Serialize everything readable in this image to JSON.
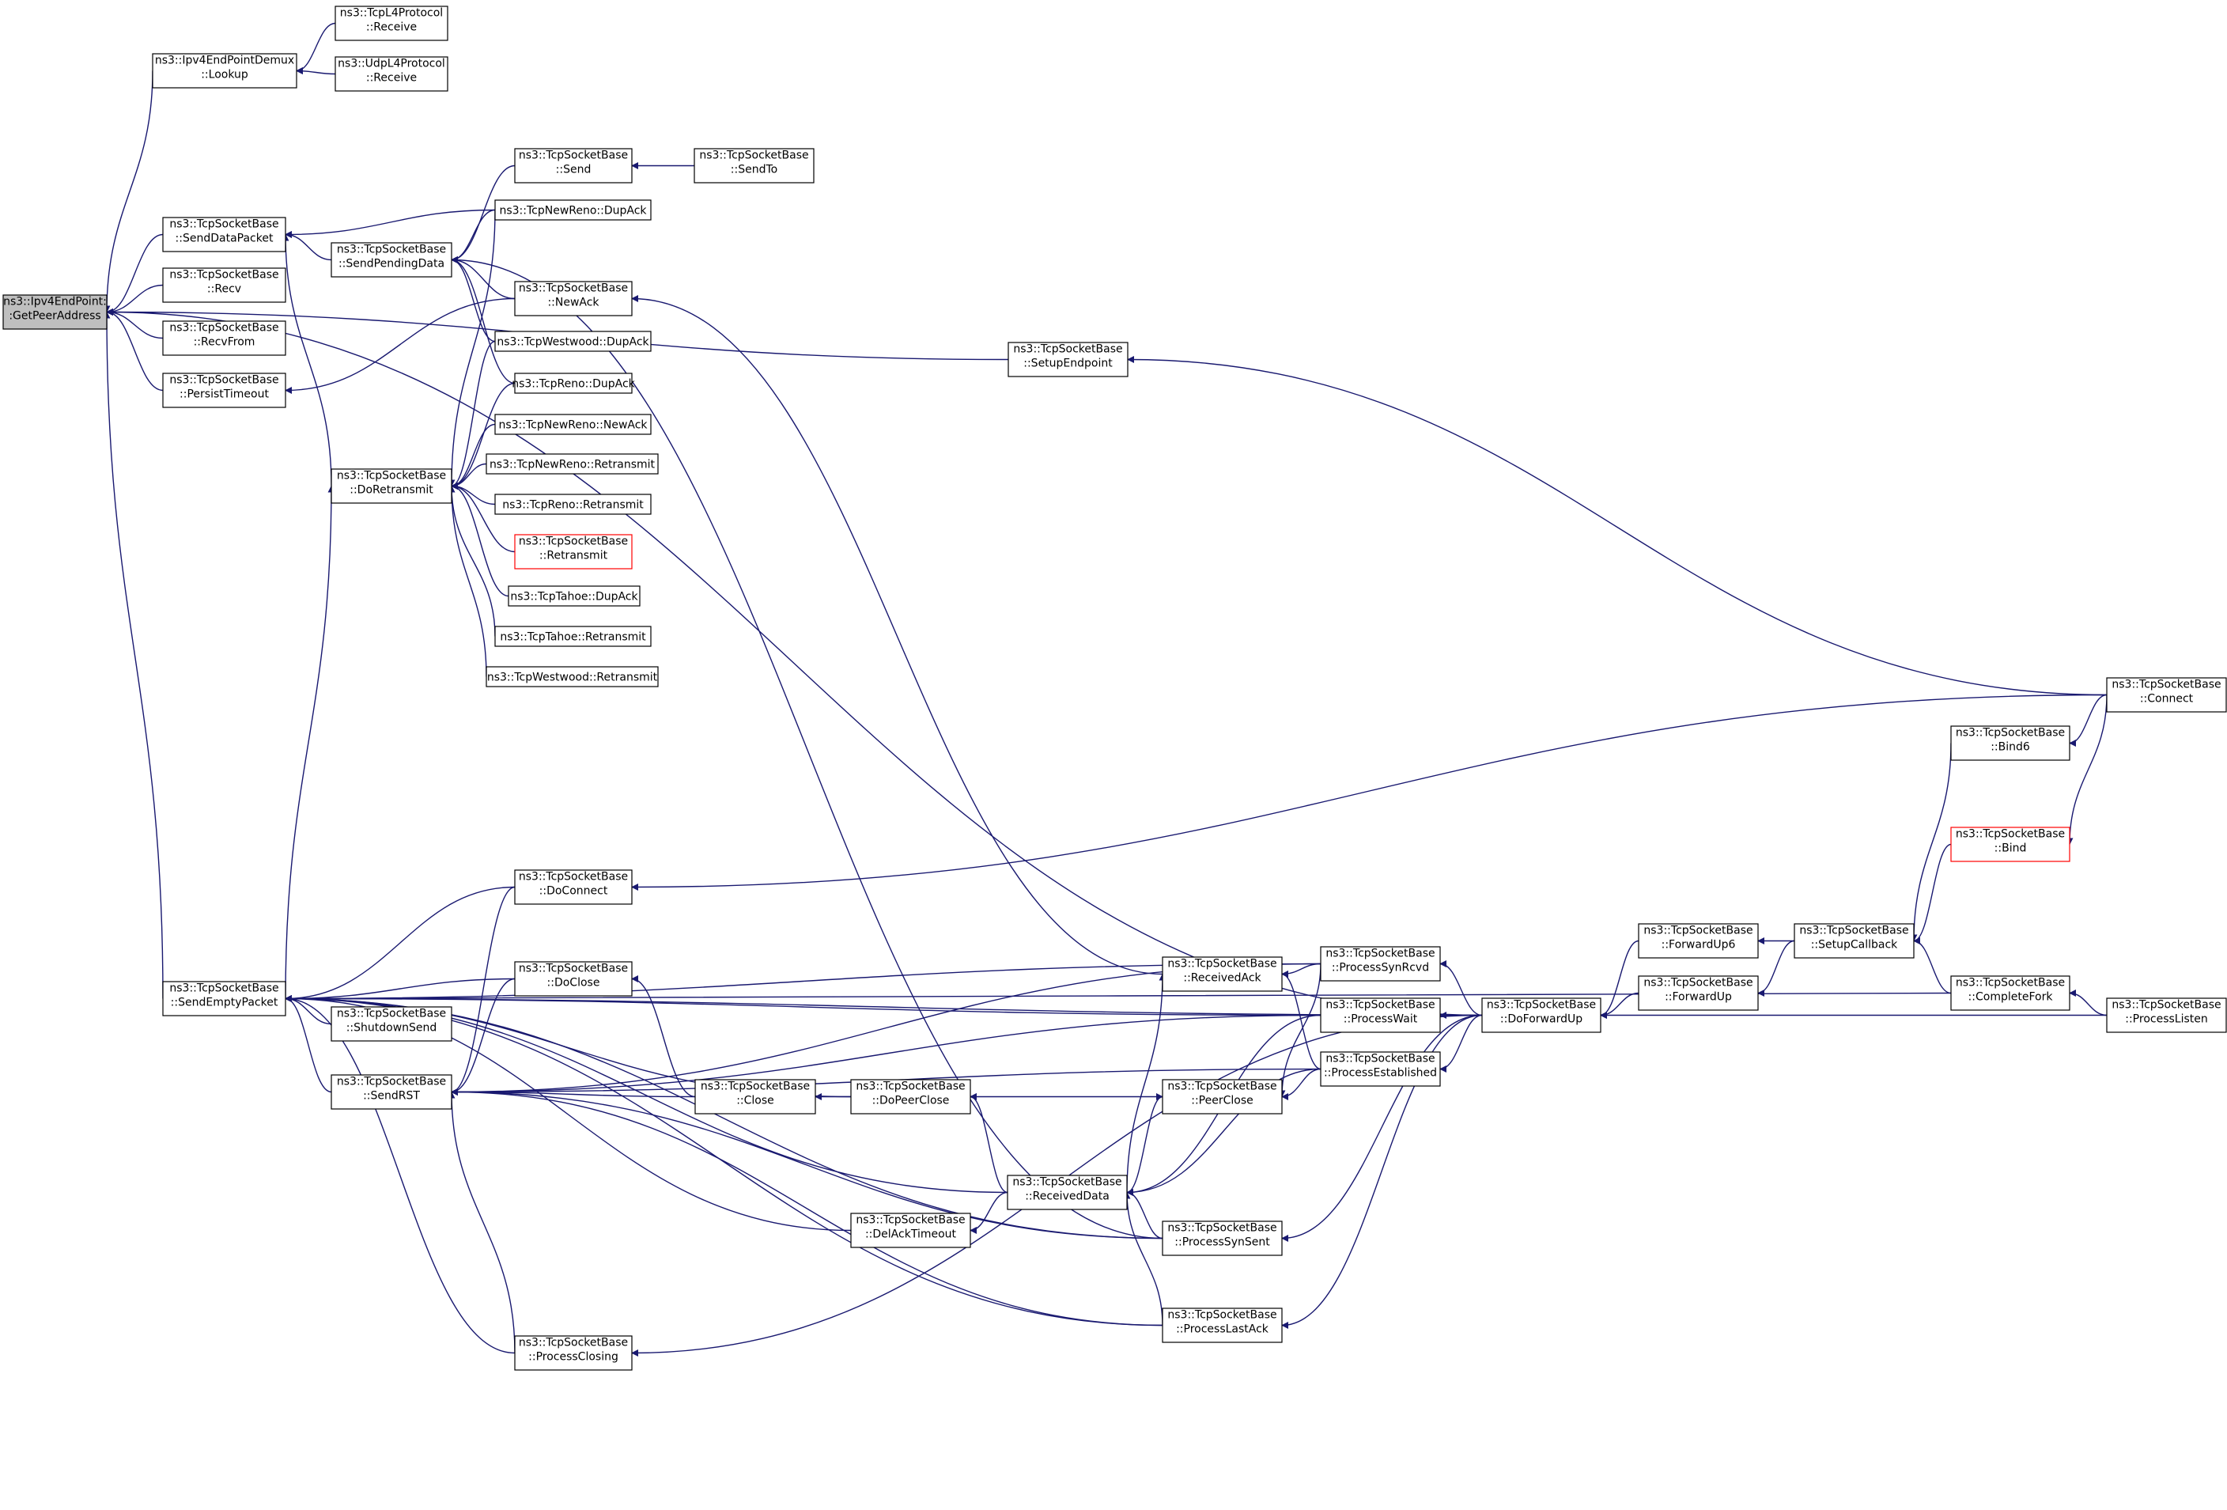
{
  "colors": {
    "edge": "#191970",
    "node_border": "#000000",
    "node_border_truncated": "#ff0000",
    "root_fill": "#bfbfbf",
    "node_fill": "#ffffff"
  },
  "nodes": {
    "n1": {
      "lines": [
        "ns3::Ipv4EndPoint:",
        ":GetPeerAddress"
      ],
      "root": true
    },
    "n2": {
      "lines": [
        "ns3::Ipv4EndPointDemux",
        "::Lookup"
      ]
    },
    "n3": {
      "lines": [
        "ns3::TcpL4Protocol",
        "::Receive"
      ]
    },
    "n4": {
      "lines": [
        "ns3::UdpL4Protocol",
        "::Receive"
      ]
    },
    "n5": {
      "lines": [
        "ns3::TcpSocketBase",
        "::SendDataPacket"
      ]
    },
    "n6": {
      "lines": [
        "ns3::TcpSocketBase",
        "::Recv"
      ]
    },
    "n7": {
      "lines": [
        "ns3::TcpSocketBase",
        "::RecvFrom"
      ]
    },
    "n8": {
      "lines": [
        "ns3::TcpSocketBase",
        "::PersistTimeout"
      ]
    },
    "n9": {
      "lines": [
        "ns3::TcpSocketBase",
        "::SendEmptyPacket"
      ]
    },
    "n10": {
      "lines": [
        "ns3::TcpSocketBase",
        "::SendPendingData"
      ]
    },
    "n11": {
      "lines": [
        "ns3::TcpSocketBase",
        "::DoRetransmit"
      ]
    },
    "n12": {
      "lines": [
        "ns3::TcpSocketBase",
        "::Send"
      ]
    },
    "n13": {
      "lines": [
        "ns3::TcpSocketBase",
        "::SendTo"
      ]
    },
    "n14": {
      "lines": [
        "ns3::TcpNewReno::DupAck"
      ]
    },
    "n15": {
      "lines": [
        "ns3::TcpSocketBase",
        "::NewAck"
      ]
    },
    "n16": {
      "lines": [
        "ns3::TcpWestwood::DupAck"
      ]
    },
    "n17": {
      "lines": [
        "ns3::TcpReno::DupAck"
      ]
    },
    "n18": {
      "lines": [
        "ns3::TcpNewReno::NewAck"
      ]
    },
    "n19": {
      "lines": [
        "ns3::TcpNewReno::Retransmit"
      ]
    },
    "n20": {
      "lines": [
        "ns3::TcpReno::Retransmit"
      ]
    },
    "n21": {
      "lines": [
        "ns3::TcpSocketBase",
        "::Retransmit"
      ],
      "truncated": true
    },
    "n22": {
      "lines": [
        "ns3::TcpTahoe::DupAck"
      ]
    },
    "n23": {
      "lines": [
        "ns3::TcpTahoe::Retransmit"
      ]
    },
    "n24": {
      "lines": [
        "ns3::TcpWestwood::Retransmit"
      ]
    },
    "n25": {
      "lines": [
        "ns3::TcpSocketBase",
        "::SetupEndpoint"
      ]
    },
    "n26": {
      "lines": [
        "ns3::TcpSocketBase",
        "::DoConnect"
      ]
    },
    "n27": {
      "lines": [
        "ns3::TcpSocketBase",
        "::DoClose"
      ]
    },
    "n28": {
      "lines": [
        "ns3::TcpSocketBase",
        "::ShutdownSend"
      ]
    },
    "n29": {
      "lines": [
        "ns3::TcpSocketBase",
        "::SendRST"
      ]
    },
    "n30": {
      "lines": [
        "ns3::TcpSocketBase",
        "::ProcessClosing"
      ]
    },
    "n31": {
      "lines": [
        "ns3::TcpSocketBase",
        "::Close"
      ]
    },
    "n32": {
      "lines": [
        "ns3::TcpSocketBase",
        "::DoPeerClose"
      ]
    },
    "n33": {
      "lines": [
        "ns3::TcpSocketBase",
        "::DelAckTimeout"
      ]
    },
    "n34": {
      "lines": [
        "ns3::TcpSocketBase",
        "::ReceivedAck"
      ]
    },
    "n35": {
      "lines": [
        "ns3::TcpSocketBase",
        "::PeerClose"
      ]
    },
    "n36": {
      "lines": [
        "ns3::TcpSocketBase",
        "::ReceivedData"
      ]
    },
    "n37": {
      "lines": [
        "ns3::TcpSocketBase",
        "::ProcessSynSent"
      ]
    },
    "n38": {
      "lines": [
        "ns3::TcpSocketBase",
        "::ProcessLastAck"
      ]
    },
    "n39": {
      "lines": [
        "ns3::TcpSocketBase",
        "::ProcessSynRcvd"
      ]
    },
    "n40": {
      "lines": [
        "ns3::TcpSocketBase",
        "::ProcessWait"
      ]
    },
    "n41": {
      "lines": [
        "ns3::TcpSocketBase",
        "::ProcessEstablished"
      ]
    },
    "n42": {
      "lines": [
        "ns3::TcpSocketBase",
        "::DoForwardUp"
      ]
    },
    "n43": {
      "lines": [
        "ns3::TcpSocketBase",
        "::ForwardUp6"
      ]
    },
    "n44": {
      "lines": [
        "ns3::TcpSocketBase",
        "::ForwardUp"
      ]
    },
    "n45": {
      "lines": [
        "ns3::TcpSocketBase",
        "::SetupCallback"
      ]
    },
    "n46": {
      "lines": [
        "ns3::TcpSocketBase",
        "::Bind6"
      ]
    },
    "n47": {
      "lines": [
        "ns3::TcpSocketBase",
        "::Bind"
      ],
      "truncated": true
    },
    "n48": {
      "lines": [
        "ns3::TcpSocketBase",
        "::CompleteFork"
      ]
    },
    "n49": {
      "lines": [
        "ns3::TcpSocketBase",
        "::Connect"
      ]
    },
    "n50": {
      "lines": [
        "ns3::TcpSocketBase",
        "::ProcessListen"
      ]
    }
  },
  "edges": [
    [
      "n2",
      "n1"
    ],
    [
      "n3",
      "n2"
    ],
    [
      "n4",
      "n2"
    ],
    [
      "n5",
      "n1"
    ],
    [
      "n6",
      "n1"
    ],
    [
      "n7",
      "n1"
    ],
    [
      "n8",
      "n1"
    ],
    [
      "n9",
      "n1"
    ],
    [
      "n25",
      "n1"
    ],
    [
      "n42",
      "n1"
    ],
    [
      "n10",
      "n5"
    ],
    [
      "n11",
      "n5"
    ],
    [
      "n14",
      "n5"
    ],
    [
      "n15",
      "n8"
    ],
    [
      "n12",
      "n10"
    ],
    [
      "n13",
      "n12"
    ],
    [
      "n14",
      "n10"
    ],
    [
      "n15",
      "n10"
    ],
    [
      "n16",
      "n10"
    ],
    [
      "n17",
      "n10"
    ],
    [
      "n37",
      "n10"
    ],
    [
      "n14",
      "n11"
    ],
    [
      "n16",
      "n11"
    ],
    [
      "n17",
      "n11"
    ],
    [
      "n18",
      "n11"
    ],
    [
      "n19",
      "n11"
    ],
    [
      "n20",
      "n11"
    ],
    [
      "n21",
      "n11"
    ],
    [
      "n22",
      "n11"
    ],
    [
      "n23",
      "n11"
    ],
    [
      "n24",
      "n11"
    ],
    [
      "n9",
      "n11"
    ],
    [
      "n34",
      "n15"
    ],
    [
      "n49",
      "n25"
    ],
    [
      "n26",
      "n9"
    ],
    [
      "n27",
      "n9"
    ],
    [
      "n28",
      "n9"
    ],
    [
      "n29",
      "n9"
    ],
    [
      "n30",
      "n9"
    ],
    [
      "n32",
      "n9"
    ],
    [
      "n33",
      "n9"
    ],
    [
      "n36",
      "n9"
    ],
    [
      "n37",
      "n9"
    ],
    [
      "n38",
      "n9"
    ],
    [
      "n39",
      "n9"
    ],
    [
      "n40",
      "n9"
    ],
    [
      "n42",
      "n9"
    ],
    [
      "n48",
      "n9"
    ],
    [
      "n49",
      "n26"
    ],
    [
      "n31",
      "n27"
    ],
    [
      "n26",
      "n29"
    ],
    [
      "n27",
      "n29"
    ],
    [
      "n30",
      "n29"
    ],
    [
      "n31",
      "n29"
    ],
    [
      "n37",
      "n29"
    ],
    [
      "n38",
      "n29"
    ],
    [
      "n39",
      "n29"
    ],
    [
      "n40",
      "n29"
    ],
    [
      "n41",
      "n29"
    ],
    [
      "n32",
      "n31"
    ],
    [
      "n35",
      "n32"
    ],
    [
      "n36",
      "n32"
    ],
    [
      "n36",
      "n33"
    ],
    [
      "n39",
      "n34"
    ],
    [
      "n41",
      "n34"
    ],
    [
      "n36",
      "n34"
    ],
    [
      "n41",
      "n35"
    ],
    [
      "n36",
      "n35"
    ],
    [
      "n39",
      "n35"
    ],
    [
      "n37",
      "n36"
    ],
    [
      "n38",
      "n36"
    ],
    [
      "n40",
      "n36"
    ],
    [
      "n41",
      "n36"
    ],
    [
      "n42",
      "n37"
    ],
    [
      "n42",
      "n38"
    ],
    [
      "n42",
      "n39"
    ],
    [
      "n42",
      "n40"
    ],
    [
      "n42",
      "n41"
    ],
    [
      "n42",
      "n30"
    ],
    [
      "n43",
      "n42"
    ],
    [
      "n44",
      "n42"
    ],
    [
      "n50",
      "n42"
    ],
    [
      "n45",
      "n43"
    ],
    [
      "n45",
      "n44"
    ],
    [
      "n46",
      "n45"
    ],
    [
      "n47",
      "n45"
    ],
    [
      "n48",
      "n45"
    ],
    [
      "n49",
      "n46"
    ],
    [
      "n49",
      "n47"
    ],
    [
      "n50",
      "n48"
    ]
  ]
}
